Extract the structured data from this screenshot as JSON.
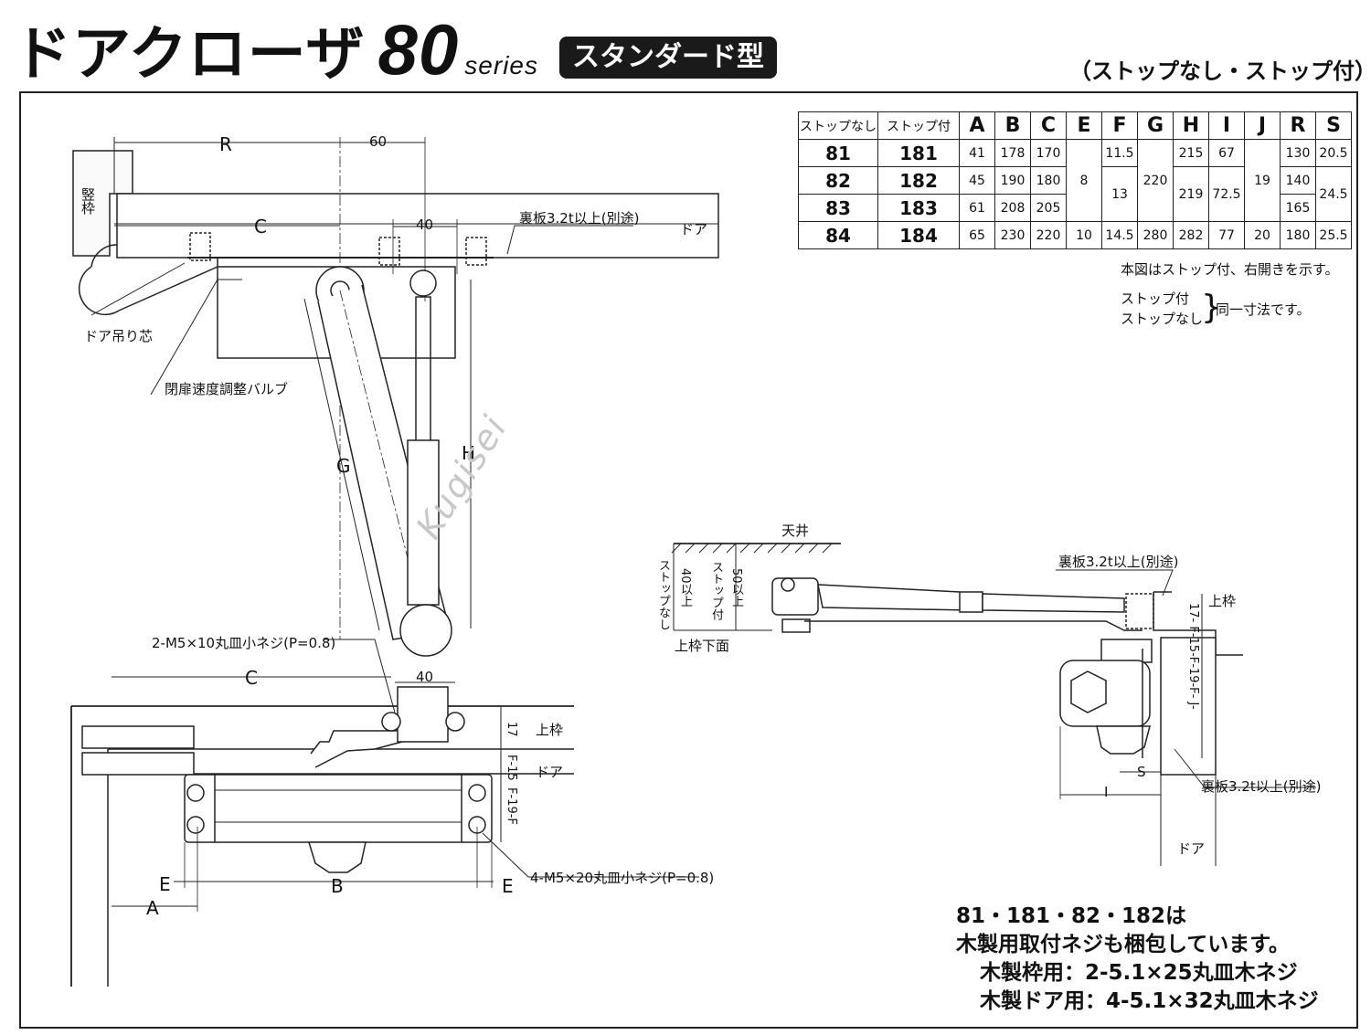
{
  "header": {
    "title": "ドアクローザ",
    "series_num": "80",
    "series_word": "series",
    "badge": "スタンダード型",
    "subtitle": "（ストップなし・ストップ付）"
  },
  "table": {
    "head": [
      "ストップなし",
      "ストップ付",
      "A",
      "B",
      "C",
      "E",
      "F",
      "G",
      "H",
      "I",
      "J",
      "R",
      "S"
    ],
    "rows": [
      {
        "m1": "81",
        "m2": "181",
        "A": "41",
        "B": "178",
        "C": "170",
        "F": "11.5",
        "H": "215",
        "I": "67",
        "R": "130",
        "S": "20.5"
      },
      {
        "m1": "82",
        "m2": "182",
        "A": "45",
        "B": "190",
        "C": "180",
        "R": "140"
      },
      {
        "m1": "83",
        "m2": "183",
        "A": "61",
        "B": "208",
        "C": "205",
        "R": "165"
      },
      {
        "m1": "84",
        "m2": "184",
        "A": "65",
        "B": "230",
        "C": "220",
        "E": "10",
        "F": "14.5",
        "G": "280",
        "H": "282",
        "I": "77",
        "J": "20",
        "R": "180",
        "S": "25.5"
      }
    ],
    "merged": {
      "E": "8",
      "F": "13",
      "G": "220",
      "H": "219",
      "I": "72.5",
      "J": "19",
      "S": "24.5"
    }
  },
  "notes": {
    "shown": "本図はストップ付、右開きを示す。",
    "stop_with": "ストップ付",
    "stop_without": "ストップなし",
    "same": "同一寸法です。"
  },
  "top_view": {
    "R": "R",
    "sixty": "60",
    "C": "C",
    "forty": "40",
    "backing": "裏板3.2t以上(別途)",
    "door": "ドア",
    "frame_v": "竪枠",
    "hinge": "ドア吊り芯",
    "valve": "閉扉速度調整バルブ",
    "G": "G",
    "H": "H"
  },
  "front_view": {
    "screw_top": "2-M5×10丸皿小ネジ(P=0.8)",
    "C": "C",
    "forty": "40",
    "upper_frame": "上枠",
    "door": "ドア",
    "d17": "17",
    "d15": "F-15",
    "d19": "F-19-F",
    "screw_bottom": "4-M5×20丸皿小ネジ(P=0.8)",
    "E": "E",
    "B": "B",
    "A": "A"
  },
  "side_view": {
    "ceiling": "天井",
    "backing_top": "裏板3.2t以上(別途)",
    "upper_frame": "上枠",
    "no_stop": "ストップなし",
    "min40": "40以上",
    "with_stop": "ストップ付",
    "min50": "50以上",
    "frame_bottom": "上枠下面",
    "dims": "17-  F-15-F-19-F-  J-",
    "S": "S",
    "I": "I",
    "backing_bottom": "裏板3.2t以上(別途)",
    "door": "ドア"
  },
  "wood_note": {
    "line1": "81・181・82・182は",
    "line2": "木製用取付ネジも梱包しています。",
    "line3": "木製枠用：2-5.1×25丸皿木ネジ",
    "line4": "木製ドア用：4-5.1×32丸皿木ネジ"
  },
  "watermark": "Kugisei"
}
